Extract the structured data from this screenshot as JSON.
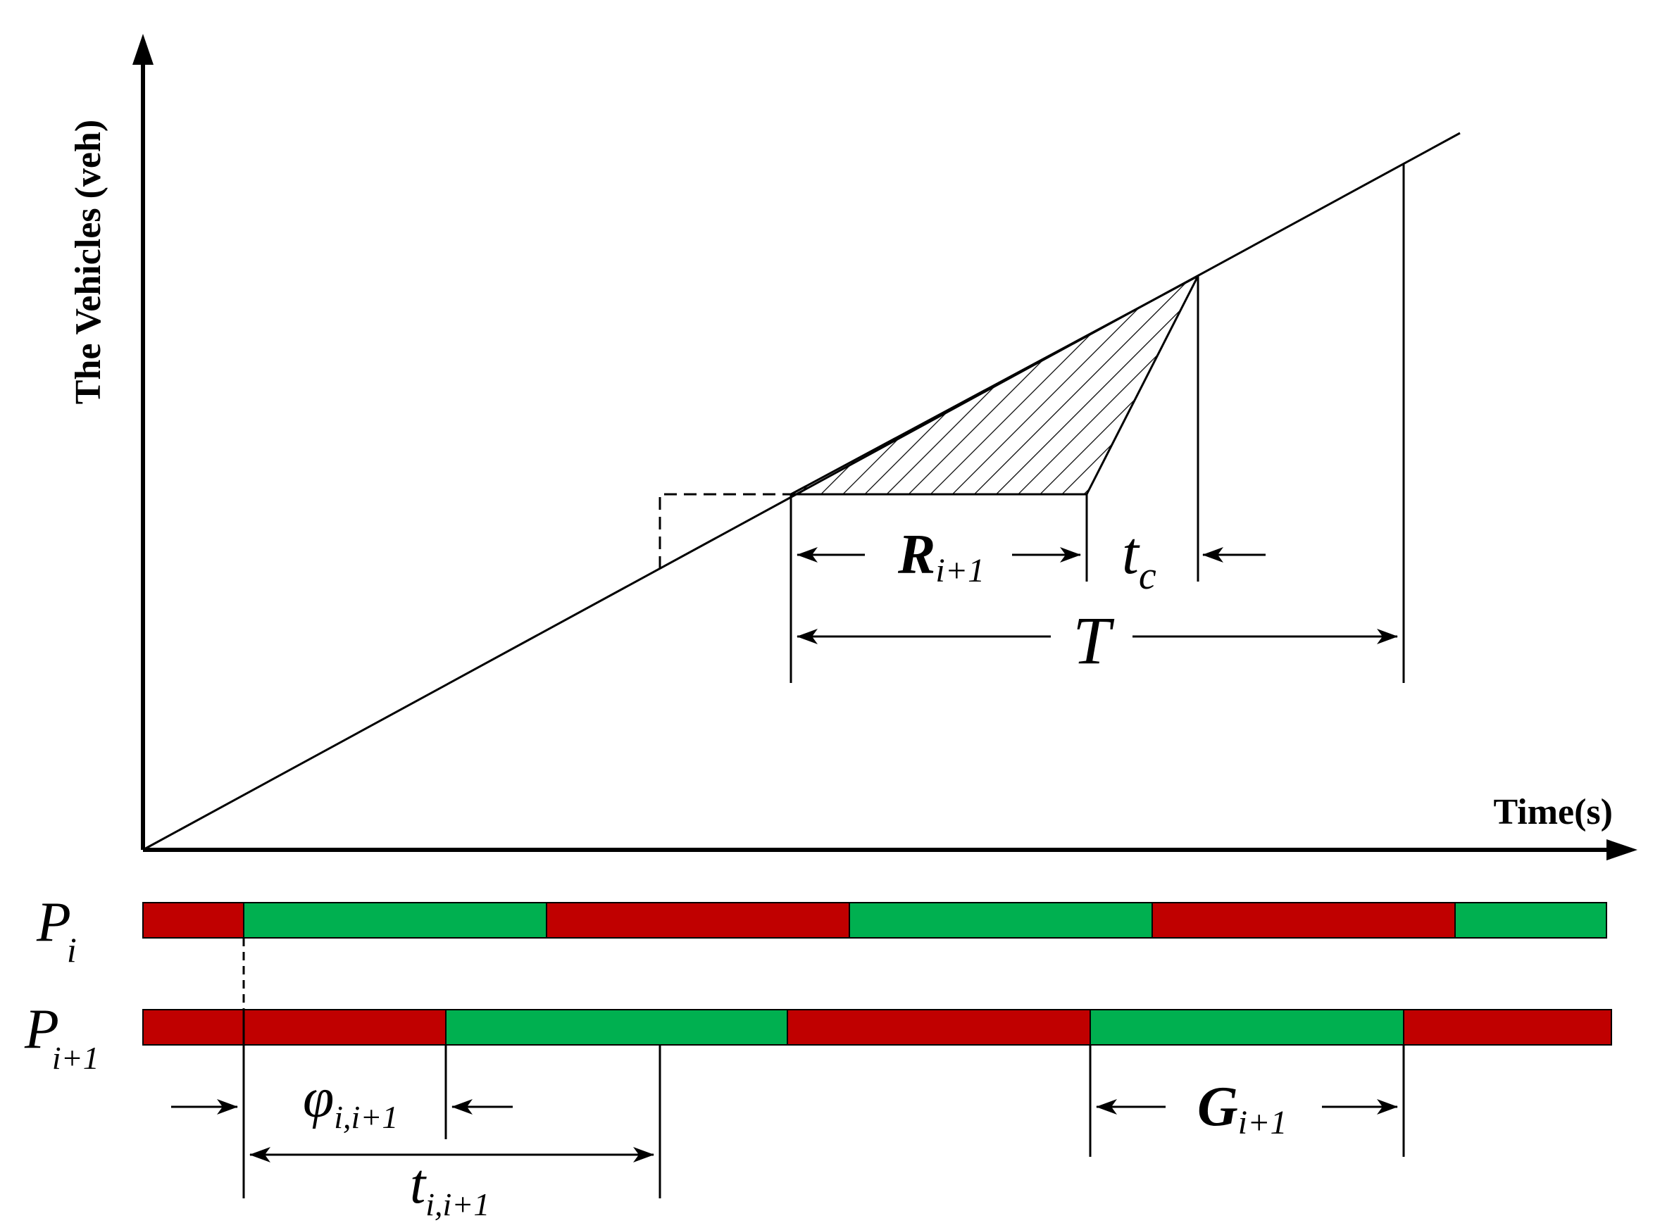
{
  "axes": {
    "y_title": "The Vehicles (veh)",
    "x_title": "Time(s)"
  },
  "labels": {
    "R": {
      "main": "R",
      "sub": "i+1"
    },
    "tc": {
      "main": "t",
      "sub": "c"
    },
    "T": {
      "main": "T"
    },
    "Pi": {
      "main": "P",
      "sub": "i"
    },
    "Pi1": {
      "main": "P",
      "sub": "i+1"
    },
    "phi": {
      "main": "φ",
      "sub": "i,i+1"
    },
    "tii1": {
      "main": "t",
      "sub": "i,i+1"
    },
    "G": {
      "main": "G",
      "sub": "i+1"
    }
  },
  "colors": {
    "red_phase": "#C00000",
    "green_phase": "#00B050",
    "line": "#000000"
  },
  "signal_bars": {
    "Pi": [
      "red",
      "green",
      "red",
      "green",
      "red",
      "green"
    ],
    "Pi1": [
      "red",
      "green",
      "red",
      "green",
      "red"
    ]
  }
}
